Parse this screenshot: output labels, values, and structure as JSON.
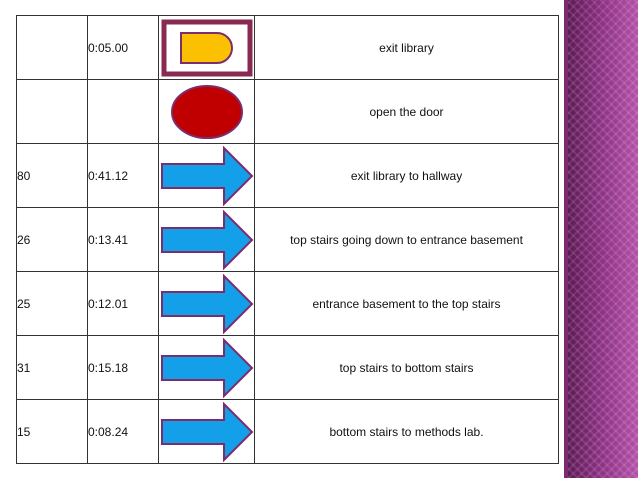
{
  "rows": [
    {
      "count": "",
      "time": "0:05.00",
      "symbol": "terminal-icon",
      "description": "exit library"
    },
    {
      "count": "",
      "time": "",
      "symbol": "circle-icon",
      "description": "open the door"
    },
    {
      "count": "80",
      "time": "0:41.12",
      "symbol": "arrow-right-icon",
      "description": "exit library to hallway"
    },
    {
      "count": "26",
      "time": "0:13.41",
      "symbol": "arrow-right-icon",
      "description": "top stairs going down to entrance basement"
    },
    {
      "count": "25",
      "time": "0:12.01",
      "symbol": "arrow-right-icon",
      "description": "entrance basement to the top stairs"
    },
    {
      "count": "31",
      "time": "0:15.18",
      "symbol": "arrow-right-icon",
      "description": "top stairs to bottom stairs"
    },
    {
      "count": "15",
      "time": "0:08.24",
      "symbol": "arrow-right-icon",
      "description": "bottom stairs to methods lab."
    }
  ],
  "colors": {
    "terminal_fill": "#fbc000",
    "terminal_stroke": "#7b2d6d",
    "frame_stroke": "#8a2a52",
    "circle_fill": "#c00000",
    "circle_stroke": "#7b2d6d",
    "arrow_fill": "#14a0e8",
    "arrow_stroke": "#7b2d6d",
    "side_panel": "#8b2f82"
  }
}
